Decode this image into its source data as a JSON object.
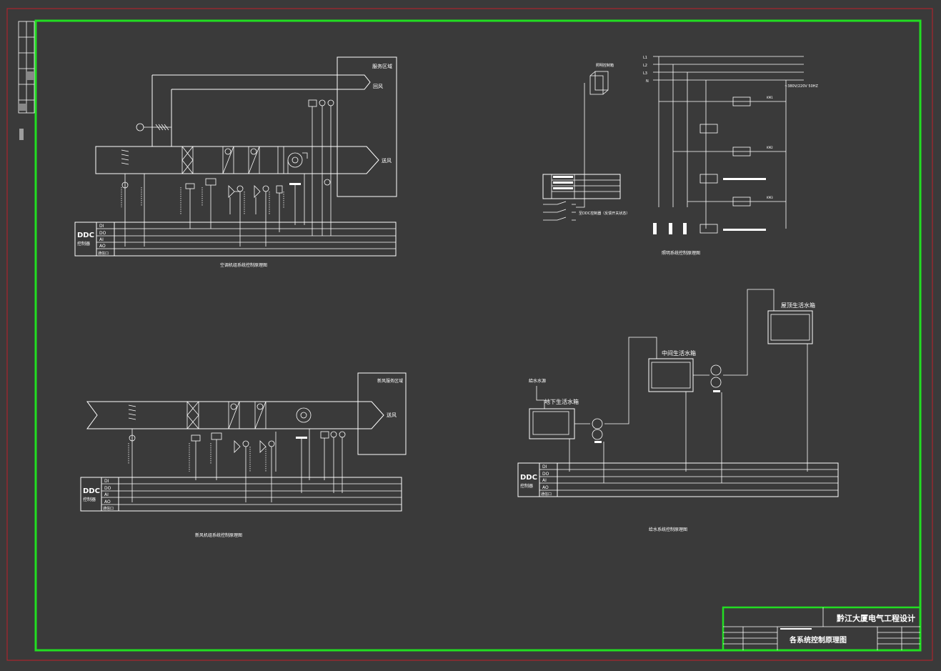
{
  "colors": {
    "background": "#3a3a3a",
    "frame_outer": "#c0202a",
    "frame_inner": "#22dd22",
    "line": "#ffffff"
  },
  "ahu": {
    "zone_label": "服务区域",
    "return_air": "回风",
    "supply_air": "送风",
    "caption": "空调机组系统控制原理图"
  },
  "fresh_air": {
    "zone_label": "新风服务区域",
    "supply_air": "送风",
    "caption": "新风机组系统控制原理图"
  },
  "ddc": {
    "title": "DDC",
    "subtitle": "控制器",
    "rows": [
      "DI",
      "DO",
      "AI",
      "AO",
      "通信口"
    ]
  },
  "lighting": {
    "panel_label": "照明控制箱",
    "voltage_label": "~380V/220V  50HZ",
    "phases": [
      "L1",
      "L2",
      "L3",
      "N"
    ],
    "km_labels": [
      "KM1",
      "KM2",
      "KM3"
    ],
    "ddc_control_label": "至DDC控制器（反馈开关状态）",
    "caption": "照明系统控制原理图"
  },
  "water": {
    "source_label": "給水水源",
    "tank_basement": "地下生活水箱",
    "tank_mid": "中间生活水箱",
    "tank_roof": "屋顶生活水箱",
    "caption": "给水系统控制原理图"
  },
  "title_block": {
    "project": "黔江大厦电气工程设计",
    "drawing": "各系统控制原理图"
  }
}
